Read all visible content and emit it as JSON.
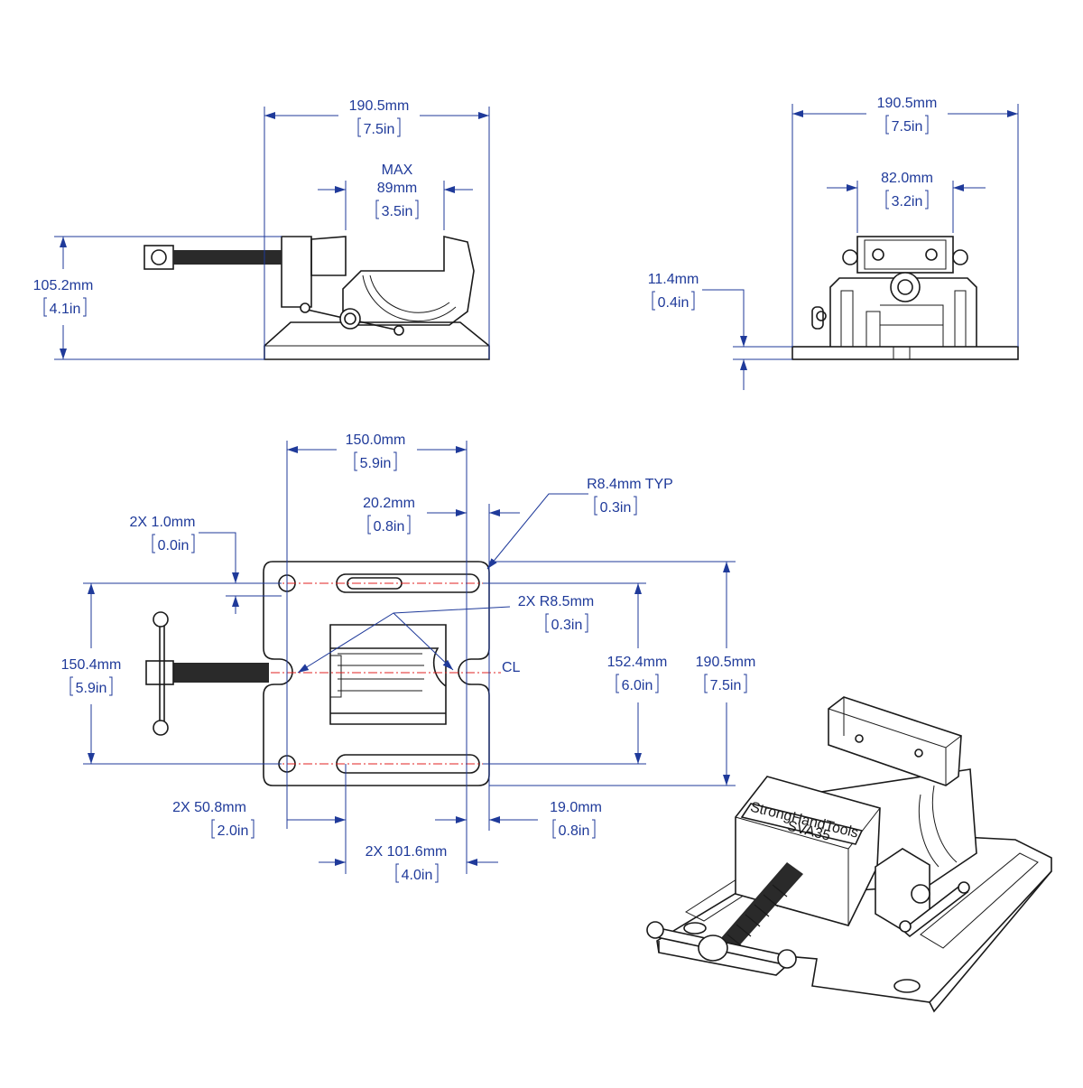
{
  "colors": {
    "dimension": "#1f3a9a",
    "part": "#1a1a1a",
    "centerline": "#e02020",
    "background": "#ffffff"
  },
  "side_view": {
    "width_mm": "190.5mm",
    "width_in": "7.5in",
    "jaw_max_label": "MAX",
    "jaw_mm": "89mm",
    "jaw_in": "3.5in",
    "height_mm": "105.2mm",
    "height_in": "4.1in"
  },
  "front_view": {
    "width_mm": "190.5mm",
    "width_in": "7.5in",
    "jaw_width_mm": "82.0mm",
    "jaw_width_in": "3.2in",
    "base_thickness_mm": "11.4mm",
    "base_thickness_in": "0.4in"
  },
  "top_view": {
    "slot_span_mm": "150.0mm",
    "slot_span_in": "5.9in",
    "edge_offset_mm": "20.2mm",
    "edge_offset_in": "0.8in",
    "corner_radius_mm": "R8.4mm TYP",
    "corner_radius_in": "0.3in",
    "hole_offset_mm": "2X 1.0mm",
    "hole_offset_in": "0.0in",
    "notch_radius_mm": "2X R8.5mm",
    "notch_radius_in": "0.3in",
    "hole_spacing_mm": "150.4mm",
    "hole_spacing_in": "5.9in",
    "slot_spacing_mm": "152.4mm",
    "slot_spacing_in": "6.0in",
    "base_length_mm": "190.5mm",
    "base_length_in": "7.5in",
    "centerline_label": "CL",
    "hole_to_slot_mm": "2X 50.8mm",
    "hole_to_slot_in": "2.0in",
    "slot_length_mm": "2X 101.6mm",
    "slot_length_in": "4.0in",
    "slot_end_mm": "19.0mm",
    "slot_end_in": "0.8in"
  },
  "isometric_view": {
    "brand_label": "StrongHandTools",
    "model_label": "SVA35"
  }
}
